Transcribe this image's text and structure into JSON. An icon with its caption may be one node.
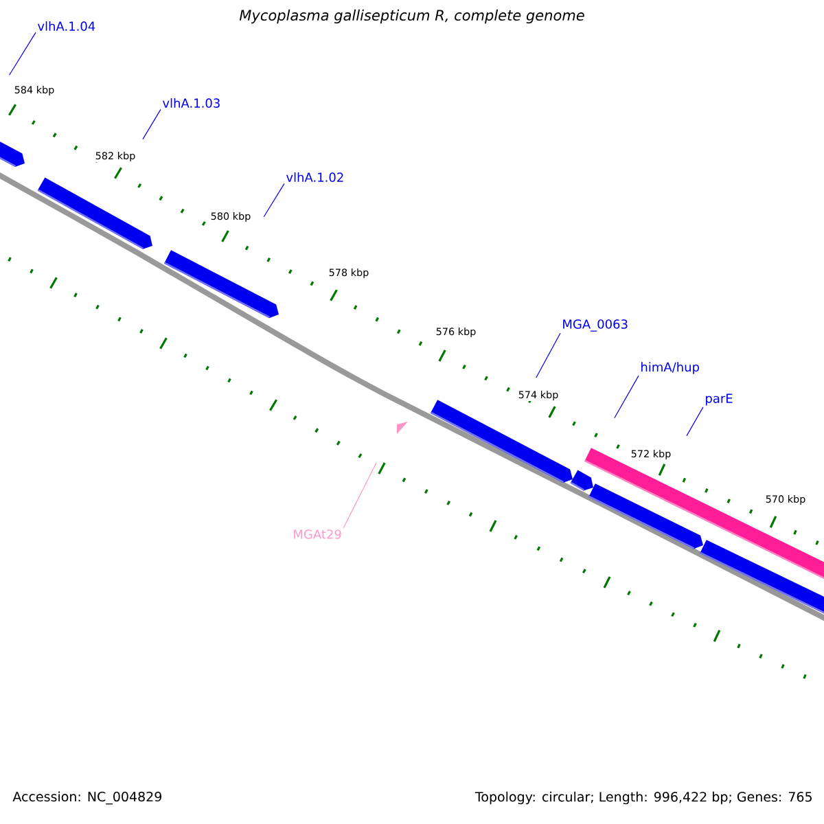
{
  "diagram": {
    "title": "Mycoplasma gallisepticum R, complete genome",
    "nodes": [
      {
        "text": [
          "vlhA.1.04"
        ]
      },
      {
        "text": [
          "vlhA.1.03"
        ]
      },
      {
        "text": [
          "vlhA.1.02"
        ]
      },
      {
        "text": [
          "MGA_0063"
        ]
      },
      {
        "text": [
          "himA/hup"
        ]
      },
      {
        "text": [
          "parE"
        ]
      },
      {
        "text": [
          "MGAt29"
        ]
      }
    ],
    "edges": [
      {
        "from": 0,
        "to": null,
        "arrow": "none"
      },
      {
        "from": 1,
        "to": null,
        "arrow": "none"
      },
      {
        "from": 2,
        "to": null,
        "arrow": "none"
      },
      {
        "from": 3,
        "to": null,
        "arrow": "none"
      },
      {
        "from": 4,
        "to": null,
        "arrow": "none"
      },
      {
        "from": 5,
        "to": null,
        "arrow": "none"
      },
      {
        "from": 6,
        "to": null,
        "arrow": "none",
        "color": "#ff99cc"
      }
    ],
    "labels": [
      "584 kbp",
      "582 kbp",
      "580 kbp",
      "578 kbp",
      "576 kbp",
      "574 kbp",
      "572 kbp",
      "570 kbp",
      "Accession: NC_004829",
      "Topology: circular; Length: 996,422 bp; Genes: 765"
    ]
  }
}
